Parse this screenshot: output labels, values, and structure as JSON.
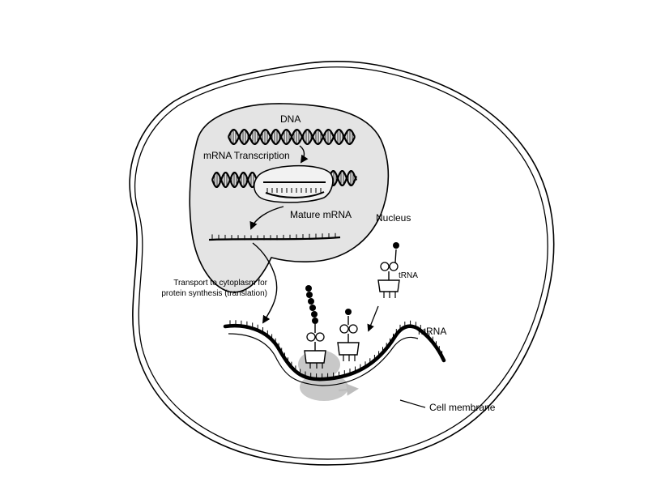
{
  "labels": {
    "dna": "DNA",
    "transcription": "mRNA Transcription",
    "mature_mrna": "Mature mRNA",
    "nucleus": "Nucleus",
    "transport_line1": "Transport to cytoplasm for",
    "transport_line2": "protein synthesis (translation)",
    "trna": "tRNA",
    "mrna": "mRNA",
    "cell_membrane": "Cell membrane"
  },
  "colors": {
    "stroke": "#000000",
    "nucleus_fill": "#e4e4e4",
    "ribosome": "#c8c8c8",
    "ribosome_arrow": "#bdbdbd"
  }
}
